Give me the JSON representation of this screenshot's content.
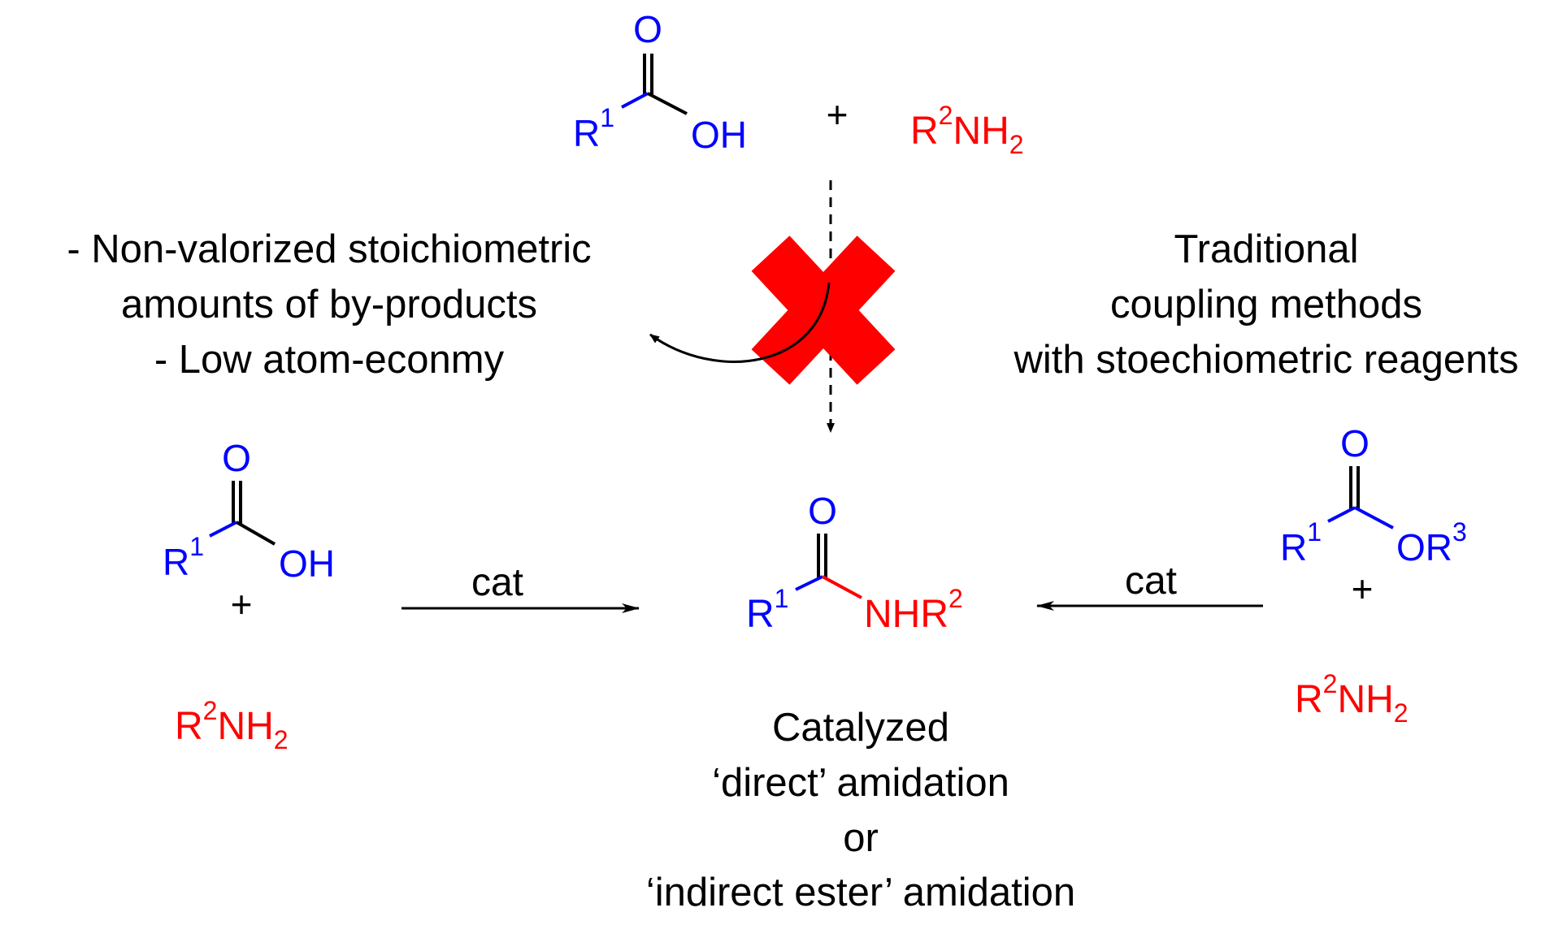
{
  "colors": {
    "acid": "#0000ff",
    "amine": "#ff0000",
    "text": "#000000",
    "cross": "#ff0000"
  },
  "top_reaction": {
    "acid": {
      "oxygen": "O",
      "r_group": "R",
      "r_sup": "1",
      "hydroxyl": "OH"
    },
    "plus": "+",
    "amine": {
      "r": "R",
      "r_sup": "2",
      "nh": "NH",
      "nh_sub": "2"
    }
  },
  "drawbacks": [
    "- Non-valorized stoichiometric",
    "amounts of by-products",
    "- Low atom-econmy"
  ],
  "traditional_note": [
    "Traditional",
    "coupling methods",
    "with stoechiometric reagents"
  ],
  "left_reactants": {
    "acid": {
      "oxygen": "O",
      "r_group": "R",
      "r_sup": "1",
      "hydroxyl": "OH"
    },
    "plus": "+",
    "amine": {
      "r": "R",
      "r_sup": "2",
      "nh": "NH",
      "nh_sub": "2"
    }
  },
  "left_arrow_label": "cat",
  "product": {
    "oxygen": "O",
    "r_group": "R",
    "r_sup": "1",
    "nhr": "NHR",
    "nhr_sup": "2"
  },
  "right_arrow_label": "cat",
  "right_reactants": {
    "ester": {
      "oxygen": "O",
      "r_group": "R",
      "r_sup": "1",
      "or_group": "OR",
      "or_sup": "3"
    },
    "plus": "+",
    "amine": {
      "r": "R",
      "r_sup": "2",
      "nh": "NH",
      "nh_sub": "2"
    }
  },
  "caption": [
    "Catalyzed",
    "‘direct’ amidation",
    "or",
    "‘indirect ester’ amidation"
  ]
}
